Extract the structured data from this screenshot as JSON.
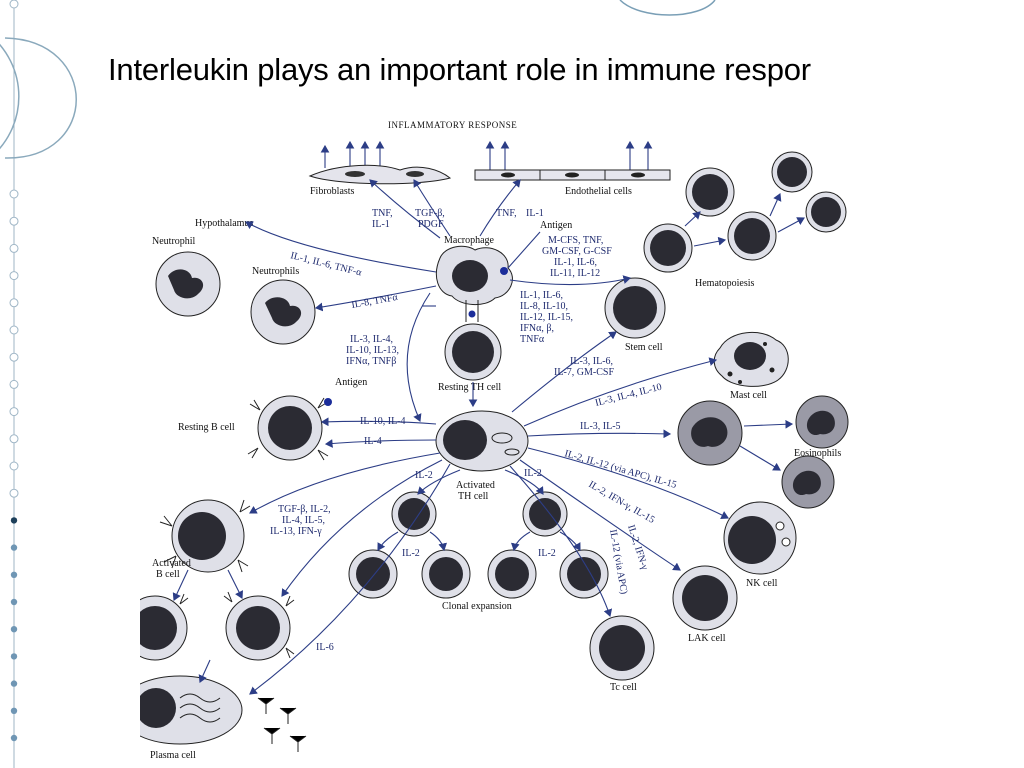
{
  "slide": {
    "title": "Interleukin plays an important role in immune respor",
    "bullet_dots_open": 13,
    "bullet_dots_filled": 9
  },
  "diagram": {
    "header": "INFLAMMATORY RESPONSE",
    "cells": {
      "fibroblasts": "Fibroblasts",
      "endothelial": "Endothelial cells",
      "hypothalamus": "Hypothalamus",
      "neutrophil": "Neutrophil",
      "neutrophil2": "Neutrophils",
      "macrophage": "Macrophage",
      "hematopoiesis": "Hematopoiesis",
      "stem_cell": "Stem cell",
      "resting_th": "Resting TH cell",
      "antigen_b": "Antigen",
      "resting_b": "Resting B cell",
      "mast_cell": "Mast cell",
      "eosinophils": "Eosinophils",
      "activated_th_1": "Activated",
      "activated_th_2": "TH cell",
      "nk_cell": "NK cell",
      "activated_b_1": "Activated",
      "activated_b_2": "B cell",
      "clonal": "Clonal expansion",
      "lak_cell": "LAK cell",
      "tc_cell": "Tc cell",
      "plasma_cell": "Plasma cell"
    },
    "labels": {
      "tnf_il1_a": "TNF,",
      "tnf_il1_b": "IL-1",
      "tgfb_a": "TGF-β,",
      "tgfb_b": "PDGF",
      "tnf_il1_c": "TNF,",
      "tnf_il1_d": "IL-1",
      "antigen_m": "Antigen",
      "hypo": "IL-1, IL-6, TNF-α",
      "il8": "IL-8, TNFα",
      "mcfs_1": "M-CFS, TNF,",
      "mcfs_2": "GM-CSF, G-CSF",
      "mcfs_3": "IL-1, IL-6,",
      "mcfs_4": "IL-11, IL-12",
      "mac_th_1": "IL-1, IL-6,",
      "mac_th_2": "IL-8, IL-10,",
      "mac_th_3": "IL-12, IL-15,",
      "mac_th_4": "IFNα, β,",
      "mac_th_5": "TNFα",
      "th_mac_1": "IL-3, IL-4,",
      "th_mac_2": "IL-10, IL-13,",
      "th_mac_3": "IFNα, TNFβ",
      "stem_1": "IL-3, IL-6,",
      "stem_2": "IL-7, GM-CSF",
      "mast": "IL-3, IL-4, IL-10",
      "b_a": "IL-10, IL-4",
      "b_b": "IL-4",
      "eos": "IL-3, IL-5",
      "nk": "IL-2, IL-12 (via APC), IL-15",
      "lak": "IL-2, IFN-γ, IL-15",
      "tc_a": "IL-2, IFN-γ",
      "tc_b": "IL-12 (via APC)",
      "il2_a": "IL-2",
      "il2_b": "IL-2",
      "il2_c": "IL-2",
      "il2_d": "IL-2",
      "actb_1": "TGF-β, IL-2,",
      "actb_2": "IL-4, IL-5,",
      "actb_3": "IL-13, IFN-γ",
      "il6": "IL-6"
    }
  }
}
